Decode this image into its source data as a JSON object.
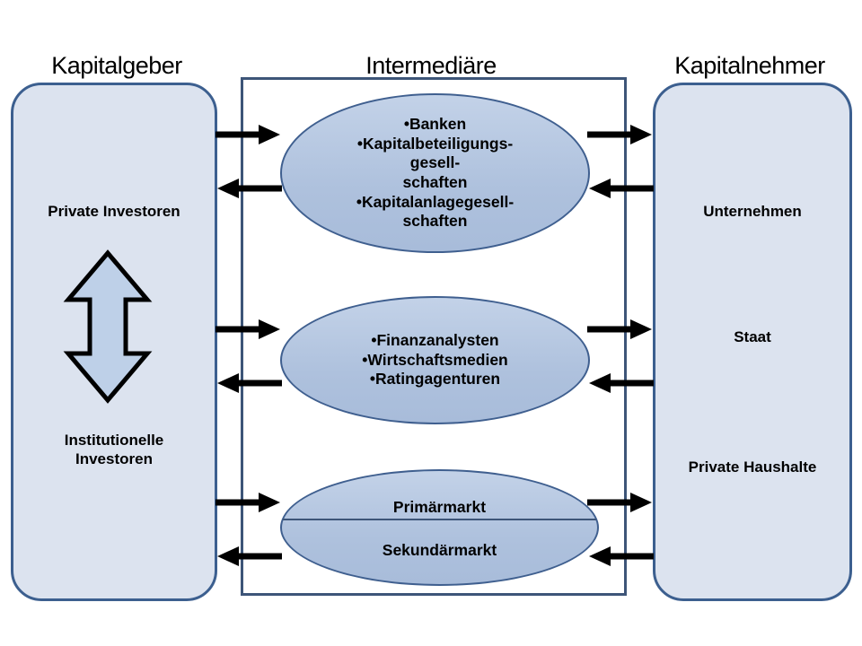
{
  "diagram": {
    "title_columns": {
      "left": "Kapitalgeber",
      "middle": "Intermediäre",
      "right": "Kapitalnehmer"
    },
    "colors": {
      "panel_fill": "#dce3ef",
      "panel_border": "#3c5f8f",
      "middle_border": "#3d5578",
      "ellipse_fill": "#aec1dd",
      "ellipse_border": "#3f5f8f",
      "arrow_color": "#000000",
      "text_color": "#000000"
    },
    "left_panel": {
      "name": "Kapitalgeber",
      "items": [
        {
          "label": "Private Investoren"
        },
        {
          "label": "Institutionelle\nInvestoren"
        }
      ],
      "connector_icon": "double-headed-vertical-arrow"
    },
    "right_panel": {
      "name": "Kapitalnehmer",
      "items": [
        {
          "label": "Unternehmen"
        },
        {
          "label": "Staat"
        },
        {
          "label": "Private Haushalte"
        }
      ]
    },
    "middle_panel": {
      "name": "Intermediäre",
      "ellipses": [
        {
          "id": "banken",
          "text": "•Banken\n•Kapitalbeteiligungs-\ngesell-\nschaften\n•Kapitalanlagegesell-\nschaften",
          "bullets": [
            "Banken",
            "Kapitalbeteiligungsgesellschaften",
            "Kapitalanlagegesellschaften"
          ]
        },
        {
          "id": "analysten",
          "text": "•Finanzanalysten\n•Wirtschaftsmedien\n•Ratingagenturen",
          "bullets": [
            "Finanzanalysten",
            "Wirtschaftsmedien",
            "Ratingagenturen"
          ]
        },
        {
          "id": "markt",
          "divider": true,
          "line_top": "Primärmarkt",
          "line_bottom": "Sekundärmarkt"
        }
      ]
    },
    "arrows": [
      {
        "id": "left-row1-right",
        "direction": "right",
        "side": "left",
        "row": 1
      },
      {
        "id": "left-row1-left",
        "direction": "left",
        "side": "left",
        "row": 1
      },
      {
        "id": "right-row1-right",
        "direction": "right",
        "side": "right",
        "row": 1
      },
      {
        "id": "right-row1-left",
        "direction": "left",
        "side": "right",
        "row": 1
      },
      {
        "id": "left-row2-right",
        "direction": "right",
        "side": "left",
        "row": 2
      },
      {
        "id": "left-row2-left",
        "direction": "left",
        "side": "left",
        "row": 2
      },
      {
        "id": "right-row2-right",
        "direction": "right",
        "side": "right",
        "row": 2
      },
      {
        "id": "right-row2-left",
        "direction": "left",
        "side": "right",
        "row": 2
      },
      {
        "id": "left-row3-right",
        "direction": "right",
        "side": "left",
        "row": 3
      },
      {
        "id": "left-row3-left",
        "direction": "left",
        "side": "left",
        "row": 3
      },
      {
        "id": "right-row3-right",
        "direction": "right",
        "side": "right",
        "row": 3
      },
      {
        "id": "right-row3-left",
        "direction": "left",
        "side": "right",
        "row": 3
      }
    ]
  }
}
